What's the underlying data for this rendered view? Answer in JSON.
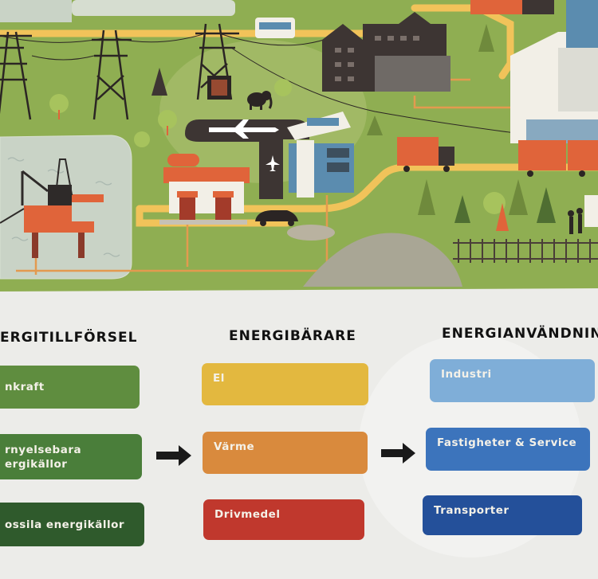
{
  "columns": {
    "supply": {
      "heading": "ERGITILLFÖRSEL",
      "items": [
        {
          "label": "nkraft",
          "color": "#5f8d3f"
        },
        {
          "label": "rnyelsebara\nergikällor",
          "color": "#4a7e3a"
        },
        {
          "label": "ossila energikällor",
          "color": "#2f5a2c"
        }
      ]
    },
    "carriers": {
      "heading": "ENERGIBÄRARE",
      "items": [
        {
          "label": "El",
          "color": "#e3b83f"
        },
        {
          "label": "Värme",
          "color": "#d98a3d"
        },
        {
          "label": "Drivmedel",
          "color": "#c0382d"
        }
      ]
    },
    "use": {
      "heading": "ENERGIANVÄNDNING",
      "items": [
        {
          "label": "Industri",
          "color": "#7faed8"
        },
        {
          "label": "Fastigheter & Service",
          "color": "#3c74bc"
        },
        {
          "label": "Transporter",
          "color": "#24509a"
        }
      ]
    }
  },
  "icons": [
    "power-pylon-icon",
    "elephant-icon",
    "airplane-icon",
    "oil-rig-icon",
    "truck-icon",
    "car-icon",
    "bus-icon",
    "factory-icon",
    "gas-station-icon",
    "tree-icon"
  ],
  "colors": {
    "map_green": "#8fae52",
    "road_yellow": "#f1c35a",
    "board_white": "#ececea",
    "arrow": "#1a1a1a"
  }
}
